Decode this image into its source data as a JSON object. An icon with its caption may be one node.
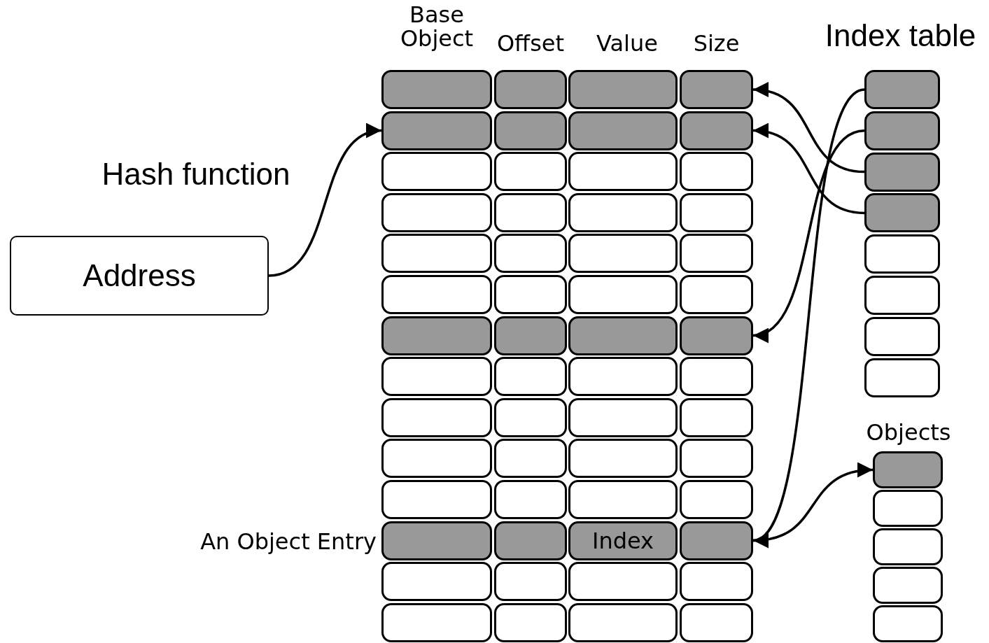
{
  "diagram": {
    "nodes": [
      {
        "text": [],
        "shape": "box"
      },
      {
        "text": [],
        "shape": "box"
      },
      {
        "text": [],
        "shape": "box"
      },
      {
        "text": [],
        "shape": "box"
      },
      {
        "text": [],
        "shape": "box"
      },
      {
        "text": [],
        "shape": "box"
      },
      {
        "text": [],
        "shape": "box"
      },
      {
        "text": [],
        "shape": "box"
      },
      {
        "text": [],
        "shape": "box"
      },
      {
        "text": [],
        "shape": "box"
      },
      {
        "text": [],
        "shape": "box"
      },
      {
        "text": [],
        "shape": "box"
      },
      {
        "text": [],
        "shape": "box"
      },
      {
        "text": [],
        "shape": "box"
      },
      {
        "text": [],
        "shape": "box"
      },
      {
        "text": [],
        "shape": "box"
      },
      {
        "text": [],
        "shape": "box"
      },
      {
        "text": [],
        "shape": "box"
      },
      {
        "text": [],
        "shape": "box"
      },
      {
        "text": [],
        "shape": "box"
      },
      {
        "text": [],
        "shape": "box"
      },
      {
        "text": [],
        "shape": "box"
      },
      {
        "text": [],
        "shape": "box"
      },
      {
        "text": [],
        "shape": "box"
      },
      {
        "text": [],
        "shape": "box"
      },
      {
        "text": [],
        "shape": "box"
      },
      {
        "text": [],
        "shape": "box"
      },
      {
        "text": [],
        "shape": "box"
      },
      {
        "text": [],
        "shape": "box"
      },
      {
        "text": [],
        "shape": "box"
      },
      {
        "text": [],
        "shape": "box"
      },
      {
        "text": [],
        "shape": "box"
      },
      {
        "text": [],
        "shape": "box"
      },
      {
        "text": [],
        "shape": "box"
      },
      {
        "text": [],
        "shape": "box"
      },
      {
        "text": [],
        "shape": "box"
      },
      {
        "text": [],
        "shape": "box"
      },
      {
        "text": [],
        "shape": "box"
      },
      {
        "text": [],
        "shape": "box"
      },
      {
        "text": [],
        "shape": "box"
      },
      {
        "text": [],
        "shape": "box"
      },
      {
        "text": [],
        "shape": "box"
      },
      {
        "text": [],
        "shape": "box"
      },
      {
        "text": [],
        "shape": "box"
      },
      {
        "text": [],
        "shape": "box"
      },
      {
        "text": [],
        "shape": "box"
      },
      {
        "text": [
          "Index"
        ]
      },
      {
        "text": [],
        "shape": "box"
      },
      {
        "text": [],
        "shape": "box"
      },
      {
        "text": [],
        "shape": "box"
      },
      {
        "text": [],
        "shape": "box"
      },
      {
        "text": [],
        "shape": "box"
      },
      {
        "text": [],
        "shape": "box"
      },
      {
        "text": [],
        "shape": "box"
      },
      {
        "text": [],
        "shape": "box"
      },
      {
        "text": [],
        "shape": "box"
      },
      {
        "text": [],
        "shape": "box"
      },
      {
        "text": [],
        "shape": "box"
      },
      {
        "text": [],
        "shape": "box"
      },
      {
        "text": [],
        "shape": "box"
      },
      {
        "text": [],
        "shape": "box"
      },
      {
        "text": [],
        "shape": "box"
      },
      {
        "text": [],
        "shape": "box"
      },
      {
        "text": [],
        "shape": "box"
      },
      {
        "text": [],
        "shape": "box"
      },
      {
        "text": [],
        "shape": "box"
      },
      {
        "text": [],
        "shape": "box"
      },
      {
        "text": [],
        "shape": "box"
      },
      {
        "text": [],
        "shape": "box"
      },
      {
        "text": [
          "Address"
        ]
      }
    ],
    "edges": [
      {
        "from": 69,
        "to": 4,
        "arrow": "to"
      },
      {
        "from": 58,
        "to": 3,
        "arrow": "to"
      },
      {
        "from": 59,
        "to": 7,
        "arrow": "to"
      },
      {
        "from": 57,
        "to": 27,
        "arrow": "to"
      },
      {
        "from": 56,
        "to": 47,
        "arrow": "to"
      },
      {
        "from": 47,
        "to": 64,
        "arrow": "to"
      }
    ],
    "labels": [
      "Base Object",
      "Offset",
      "Value",
      "Size",
      "Index table",
      "Hash function",
      "An Object Entry",
      "Objects"
    ]
  }
}
